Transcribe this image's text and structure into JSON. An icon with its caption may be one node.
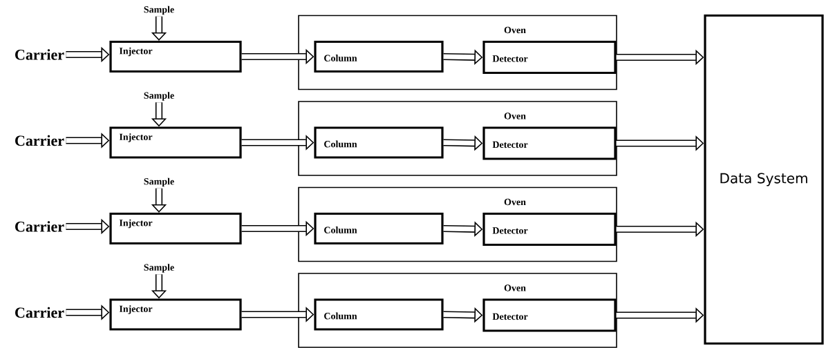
{
  "diagram": {
    "nodes": [
      {
        "text": [
          "Sample"
        ]
      },
      {
        "text": [
          "Carrier"
        ]
      },
      {
        "text": [
          "Injector"
        ]
      },
      {
        "text": [
          "Oven"
        ]
      },
      {
        "text": [
          "Column"
        ],
        "in": 3
      },
      {
        "text": [
          "Detector"
        ],
        "in": 3
      },
      {
        "text": [
          "Sample"
        ]
      },
      {
        "text": [
          "Carrier"
        ]
      },
      {
        "text": [
          "Injector"
        ]
      },
      {
        "text": [
          "Oven"
        ]
      },
      {
        "text": [
          "Column"
        ],
        "in": 9
      },
      {
        "text": [
          "Detector"
        ],
        "in": 9
      },
      {
        "text": [
          "Sample"
        ]
      },
      {
        "text": [
          "Carrier"
        ]
      },
      {
        "text": [
          "Injector"
        ]
      },
      {
        "text": [
          "Oven"
        ]
      },
      {
        "text": [
          "Column"
        ],
        "in": 15
      },
      {
        "text": [
          "Detector"
        ],
        "in": 15
      },
      {
        "text": [
          "Sample"
        ]
      },
      {
        "text": [
          "Carrier"
        ]
      },
      {
        "text": [
          "Injector"
        ]
      },
      {
        "text": [
          "Oven"
        ]
      },
      {
        "text": [
          "Column"
        ],
        "in": 21
      },
      {
        "text": [
          "Detector"
        ],
        "in": 21
      },
      {
        "text": [
          "Data System"
        ]
      }
    ],
    "edges": [
      {
        "from": 0,
        "to": 2,
        "arrow": "to"
      },
      {
        "from": 1,
        "to": 2,
        "arrow": "to"
      },
      {
        "from": 2,
        "to": 4,
        "arrow": "to"
      },
      {
        "from": 4,
        "to": 5,
        "arrow": "to"
      },
      {
        "from": 5,
        "to": 24,
        "arrow": "to"
      },
      {
        "from": 6,
        "to": 8,
        "arrow": "to"
      },
      {
        "from": 7,
        "to": 8,
        "arrow": "to"
      },
      {
        "from": 8,
        "to": 10,
        "arrow": "to"
      },
      {
        "from": 10,
        "to": 11,
        "arrow": "to"
      },
      {
        "from": 11,
        "to": 24,
        "arrow": "to"
      },
      {
        "from": 12,
        "to": 14,
        "arrow": "to"
      },
      {
        "from": 13,
        "to": 14,
        "arrow": "to"
      },
      {
        "from": 14,
        "to": 16,
        "arrow": "to"
      },
      {
        "from": 16,
        "to": 17,
        "arrow": "to"
      },
      {
        "from": 17,
        "to": 24,
        "arrow": "to"
      },
      {
        "from": 18,
        "to": 20,
        "arrow": "to"
      },
      {
        "from": 19,
        "to": 20,
        "arrow": "to"
      },
      {
        "from": 20,
        "to": 22,
        "arrow": "to"
      },
      {
        "from": 22,
        "to": 23,
        "arrow": "to"
      },
      {
        "from": 23,
        "to": 24,
        "arrow": "to"
      }
    ]
  }
}
